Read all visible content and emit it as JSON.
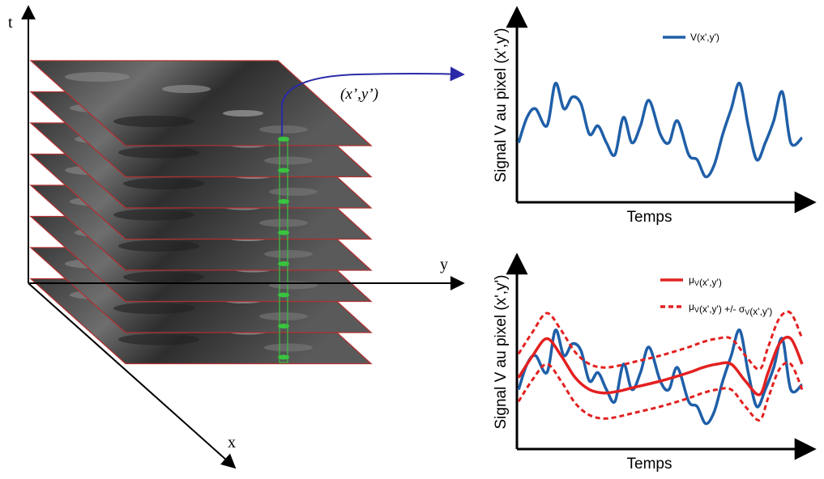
{
  "diagram": {
    "axes": {
      "t": "t",
      "x": "x",
      "y": "y"
    },
    "pixel_label": "(x’,y’)",
    "frame_count": 8,
    "colors": {
      "frame_border": "#b03030",
      "pixel_column": "#39c43f",
      "pointer_arrow": "#2a2aa8"
    }
  },
  "chart_data": [
    {
      "type": "line",
      "xlabel": "Temps",
      "ylabel": "Signal V au pixel (x',y')",
      "legend_position": "top-right",
      "series": [
        {
          "name": "V(x',y')",
          "color": "#1f5fa8",
          "style": "solid",
          "x": [
            0,
            3,
            6,
            10,
            13,
            16,
            19,
            22,
            25,
            28,
            31,
            34,
            37,
            40,
            43,
            46,
            50,
            53,
            56,
            60,
            63,
            66,
            69,
            72,
            75,
            78,
            81,
            84,
            87,
            90,
            93,
            96,
            100
          ],
          "y": [
            35,
            50,
            55,
            45,
            70,
            55,
            62,
            58,
            40,
            45,
            35,
            28,
            50,
            35,
            45,
            60,
            40,
            35,
            48,
            28,
            25,
            15,
            22,
            40,
            55,
            70,
            45,
            25,
            35,
            48,
            65,
            35,
            38
          ]
        }
      ]
    },
    {
      "type": "line",
      "xlabel": "Temps",
      "ylabel": "Signal V au pixel (x',y')",
      "legend_position": "top-right",
      "series": [
        {
          "name": "",
          "color": "#1f5fa8",
          "style": "solid",
          "x": [
            0,
            3,
            6,
            10,
            13,
            16,
            19,
            22,
            25,
            28,
            31,
            34,
            37,
            40,
            43,
            46,
            50,
            53,
            56,
            60,
            63,
            66,
            69,
            72,
            75,
            78,
            81,
            84,
            87,
            90,
            93,
            96,
            100
          ],
          "y": [
            35,
            50,
            55,
            45,
            70,
            55,
            62,
            58,
            40,
            45,
            35,
            28,
            50,
            35,
            45,
            60,
            40,
            35,
            48,
            28,
            25,
            15,
            22,
            40,
            55,
            70,
            45,
            25,
            35,
            48,
            65,
            35,
            38
          ]
        },
        {
          "name_parts": {
            "base": "μ",
            "sub": "V",
            "rest": "(x',y')"
          },
          "color": "#e32020",
          "style": "solid",
          "x": [
            0,
            5,
            10,
            15,
            20,
            25,
            30,
            35,
            40,
            50,
            60,
            65,
            70,
            75,
            80,
            85,
            88,
            92,
            96,
            100
          ],
          "y": [
            42,
            55,
            65,
            55,
            42,
            35,
            33,
            34,
            36,
            40,
            45,
            48,
            50,
            50,
            40,
            32,
            45,
            62,
            65,
            50
          ]
        },
        {
          "name_parts": {
            "base": "μ",
            "sub": "V",
            "rest": "(x',y') +/- ",
            "base2": "σ",
            "sub2": "V",
            "rest2": "(x',y')"
          },
          "color": "#e32020",
          "style": "dashed",
          "x": [
            0,
            5,
            10,
            15,
            20,
            25,
            30,
            35,
            40,
            50,
            60,
            65,
            70,
            75,
            80,
            85,
            88,
            92,
            96,
            100
          ],
          "y_upper": [
            56,
            69,
            80,
            70,
            57,
            50,
            48,
            49,
            51,
            55,
            60,
            63,
            65,
            65,
            55,
            47,
            60,
            77,
            80,
            65
          ],
          "y_lower": [
            28,
            41,
            50,
            40,
            27,
            20,
            18,
            19,
            21,
            25,
            30,
            33,
            35,
            35,
            25,
            17,
            30,
            47,
            50,
            35
          ]
        }
      ]
    }
  ]
}
